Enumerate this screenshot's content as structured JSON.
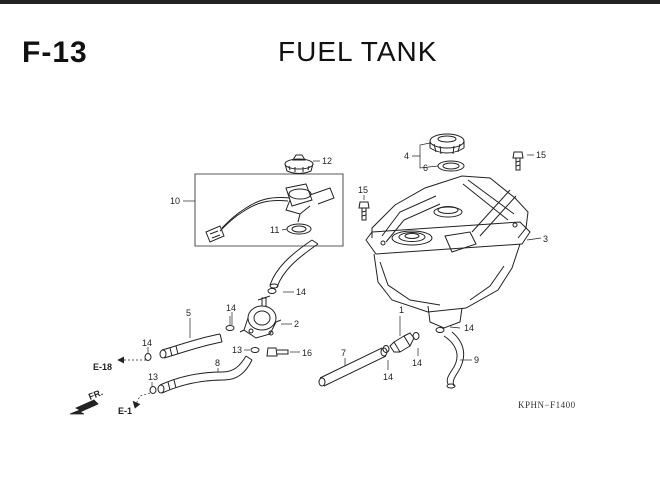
{
  "header": {
    "section_code": "F-13",
    "title": "FUEL TANK"
  },
  "catalog_code": "KPHN−F1400",
  "refs": {
    "e18": "E-18",
    "e1": "E-1",
    "fr": "FR."
  },
  "callouts": [
    {
      "id": "c1",
      "text": "1"
    },
    {
      "id": "c2",
      "text": "2"
    },
    {
      "id": "c3",
      "text": "3"
    },
    {
      "id": "c4",
      "text": "4"
    },
    {
      "id": "c5",
      "text": "5"
    },
    {
      "id": "c6",
      "text": "6"
    },
    {
      "id": "c7",
      "text": "7"
    },
    {
      "id": "c8",
      "text": "8"
    },
    {
      "id": "c9",
      "text": "9"
    },
    {
      "id": "c10",
      "text": "10"
    },
    {
      "id": "c11",
      "text": "11"
    },
    {
      "id": "c12",
      "text": "12"
    },
    {
      "id": "c13a",
      "text": "13"
    },
    {
      "id": "c13b",
      "text": "13"
    },
    {
      "id": "c14a",
      "text": "14"
    },
    {
      "id": "c14b",
      "text": "14"
    },
    {
      "id": "c14c",
      "text": "14"
    },
    {
      "id": "c14d",
      "text": "14"
    },
    {
      "id": "c14e",
      "text": "14"
    },
    {
      "id": "c14f",
      "text": "14"
    },
    {
      "id": "c15a",
      "text": "15"
    },
    {
      "id": "c15b",
      "text": "15"
    },
    {
      "id": "c16",
      "text": "16"
    }
  ]
}
